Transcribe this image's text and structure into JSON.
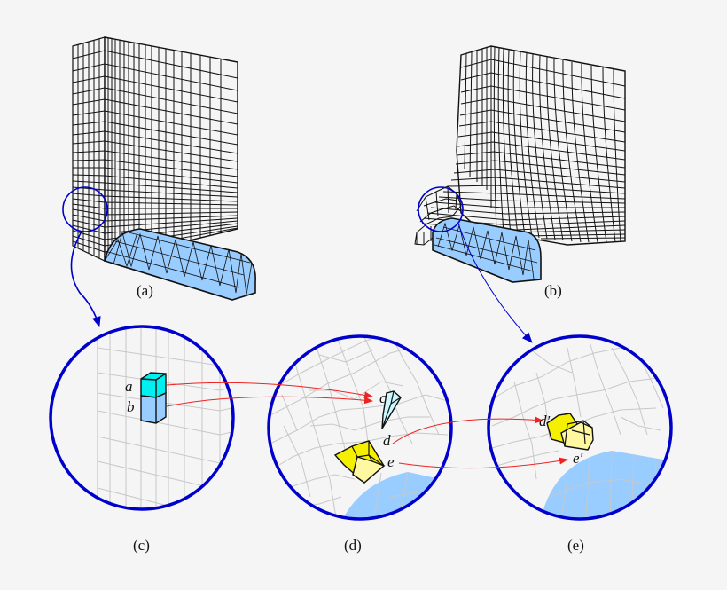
{
  "figure": {
    "panels": [
      {
        "id": "a",
        "caption": "(a)",
        "description": "Undeformed hexahedral mesh block resting on triangulated cylindrical indenter"
      },
      {
        "id": "b",
        "caption": "(b)",
        "description": "Deformed hexahedral mesh after indentation"
      },
      {
        "id": "c",
        "caption": "(c)",
        "description": "Zoom of undeformed mesh with elements a and b"
      },
      {
        "id": "d",
        "caption": "(d)",
        "description": "Zoom of deformed mesh with elements c, d, e"
      },
      {
        "id": "e",
        "caption": "(e)",
        "description": "Zoom of remeshed region with elements d' and e'"
      }
    ],
    "element_labels": {
      "a": "a",
      "b": "b",
      "c": "c",
      "d": "d",
      "e": "e",
      "d_prime": "d′",
      "e_prime": "e′"
    },
    "colors": {
      "background": "#f5f5f5",
      "mesh_line": "#111111",
      "zoom_mesh_line": "#c8c8c8",
      "indenter_fill": "#99ccff",
      "zoom_circle": "#0000cc",
      "arrow": "#ee2222",
      "element_a": "#00f0f0",
      "element_b": "#99ccff",
      "element_c": "#ccf8ff",
      "element_yellow": "#f5f000",
      "element_light_yellow": "#fff8a0"
    }
  }
}
